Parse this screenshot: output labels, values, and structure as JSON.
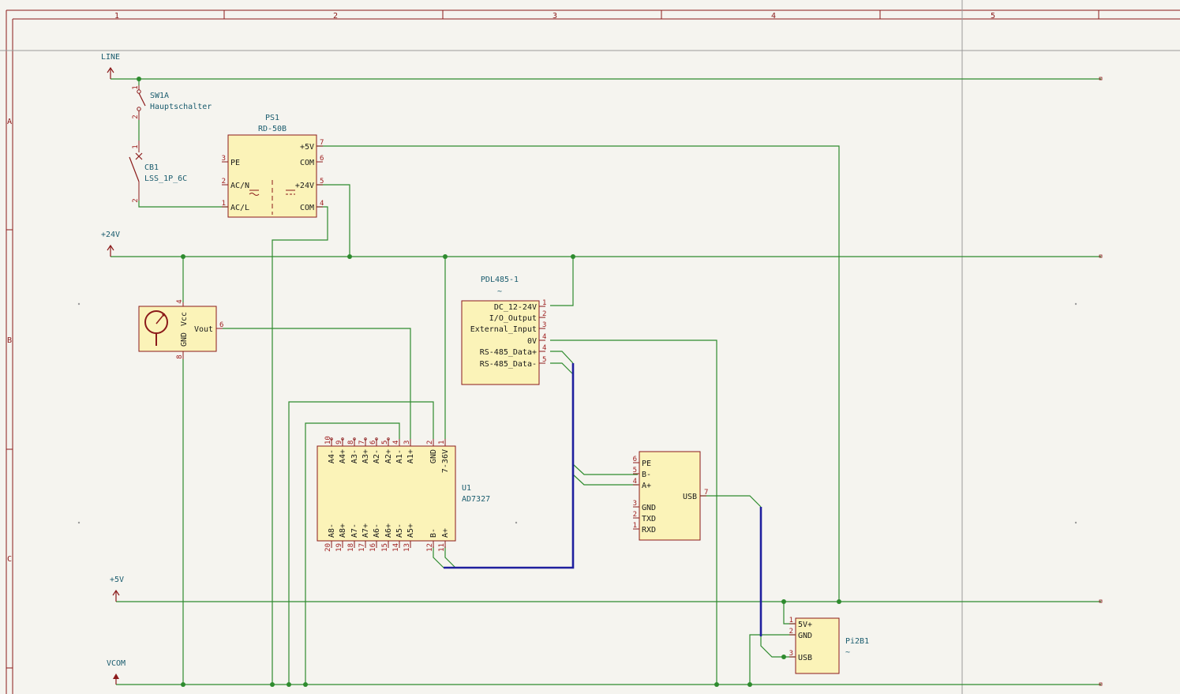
{
  "frame": {
    "columns": [
      "1",
      "2",
      "3",
      "4",
      "5"
    ],
    "rows": [
      "A",
      "B",
      "C"
    ]
  },
  "colors": {
    "background": "#f5f4ef",
    "frame": "#8b1a1a",
    "wire": "#2e8b2e",
    "bus": "#1f1f9e",
    "symbol_fill": "#fbf3b8",
    "symbol_border": "#8b1a1a",
    "pin_number": "#a02020",
    "reference": "#1a5c6e",
    "pin_name": "#1a1a1a"
  },
  "power_rails": {
    "line": "LINE",
    "p24v": "+24V",
    "p5v": "+5V",
    "vcom": "VCOM"
  },
  "sw1a": {
    "ref": "SW1A",
    "value": "Hauptschalter",
    "pin1": "1",
    "pin2": "2"
  },
  "cb1": {
    "ref": "CB1",
    "value": "LSS_1P_6C",
    "pin1": "1",
    "pin2": "2"
  },
  "ps1": {
    "ref": "PS1",
    "value": "RD-50B",
    "left_pins": [
      {
        "name": "PE",
        "num": "3"
      },
      {
        "name": "AC/N",
        "num": "2"
      },
      {
        "name": "AC/L",
        "num": "1"
      }
    ],
    "right_pins": [
      {
        "name": "+5V",
        "num": "7"
      },
      {
        "name": "COM",
        "num": "6"
      },
      {
        "name": "+24V",
        "num": "5"
      },
      {
        "name": "COM",
        "num": "4"
      }
    ]
  },
  "sensor": {
    "pins": [
      {
        "name": "Vcc",
        "num": "4"
      },
      {
        "name": "GND",
        "num": "8"
      },
      {
        "name": "Vout",
        "num": "6"
      }
    ]
  },
  "pdl485": {
    "ref": "PDL485-1",
    "value": "~",
    "pins": [
      {
        "name": "DC_12-24V",
        "num": "1"
      },
      {
        "name": "I/O_Output",
        "num": "2"
      },
      {
        "name": "External_Input",
        "num": "3"
      },
      {
        "name": "0V",
        "num": "4"
      },
      {
        "name": "RS-485_Data+",
        "num": "4"
      },
      {
        "name": "RS-485_Data-",
        "num": "5"
      }
    ]
  },
  "u1": {
    "ref": "U1",
    "value": "AD7327",
    "top_pins": [
      {
        "name": "A4-",
        "num": "10"
      },
      {
        "name": "A4+",
        "num": "9"
      },
      {
        "name": "A3-",
        "num": "8"
      },
      {
        "name": "A3+",
        "num": "7"
      },
      {
        "name": "A2-",
        "num": "6"
      },
      {
        "name": "A2+",
        "num": "5"
      },
      {
        "name": "A1-",
        "num": "4"
      },
      {
        "name": "A1+",
        "num": "3"
      },
      {
        "name": "GND",
        "num": "2"
      },
      {
        "name": "7-36V",
        "num": "1"
      }
    ],
    "bottom_pins": [
      {
        "name": "A8-",
        "num": "20"
      },
      {
        "name": "A8+",
        "num": "19"
      },
      {
        "name": "A7-",
        "num": "18"
      },
      {
        "name": "A7+",
        "num": "17"
      },
      {
        "name": "A6-",
        "num": "16"
      },
      {
        "name": "A6+",
        "num": "15"
      },
      {
        "name": "A5-",
        "num": "14"
      },
      {
        "name": "A5+",
        "num": "13"
      },
      {
        "name": "B-",
        "num": "12"
      },
      {
        "name": "A+",
        "num": "11"
      }
    ]
  },
  "usb_adapter": {
    "left_pins": [
      {
        "name": "PE",
        "num": "6"
      },
      {
        "name": "B-",
        "num": "5"
      },
      {
        "name": "A+",
        "num": "4"
      },
      {
        "name": "GND",
        "num": "3"
      },
      {
        "name": "TXD",
        "num": "2"
      },
      {
        "name": "RXD",
        "num": "1"
      }
    ],
    "right_pin": {
      "name": "USB",
      "num": "7"
    }
  },
  "pi": {
    "ref": "Pi2B1",
    "value": "~",
    "pins": [
      {
        "name": "5V+",
        "num": "1"
      },
      {
        "name": "GND",
        "num": "2"
      },
      {
        "name": "USB",
        "num": "3"
      }
    ]
  }
}
